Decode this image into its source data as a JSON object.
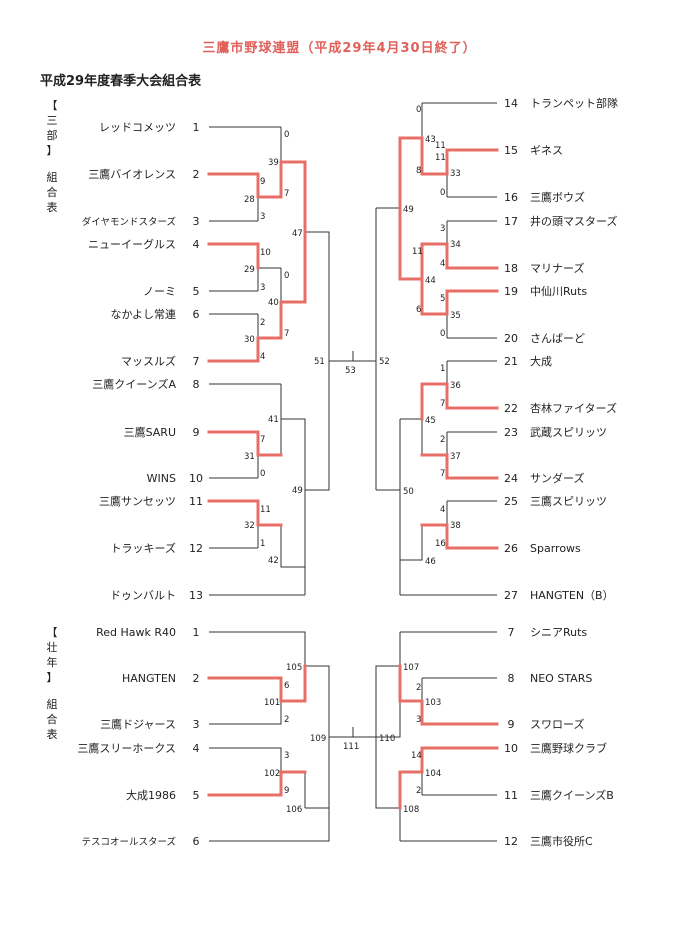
{
  "header": {
    "title": "三鷹市野球連盟（平成29年4月30日終了）",
    "subtitle": "平成29年度春季大会組合表"
  },
  "division3": {
    "label_chars": [
      "【",
      "三",
      "部",
      "】",
      "組",
      "合",
      "表"
    ],
    "left_teams": [
      {
        "seed": "1",
        "name": "レッドコメッツ"
      },
      {
        "seed": "2",
        "name": "三鷹バイオレンス"
      },
      {
        "seed": "3",
        "name": "ダイヤモンドスターズ"
      },
      {
        "seed": "4",
        "name": "ニューイーグルス"
      },
      {
        "seed": "5",
        "name": "ノーミ"
      },
      {
        "seed": "6",
        "name": "なかよし常連"
      },
      {
        "seed": "7",
        "name": "マッスルズ"
      },
      {
        "seed": "8",
        "name": "三鷹クイーンズA"
      },
      {
        "seed": "9",
        "name": "三鷹SARU"
      },
      {
        "seed": "10",
        "name": "WINS"
      },
      {
        "seed": "11",
        "name": "三鷹サンセッツ"
      },
      {
        "seed": "12",
        "name": "トラッキーズ"
      },
      {
        "seed": "13",
        "name": "ドゥンバルト"
      }
    ],
    "right_teams": [
      {
        "seed": "14",
        "name": "トランペット部隊"
      },
      {
        "seed": "15",
        "name": "ギネス"
      },
      {
        "seed": "16",
        "name": "三鷹ボウズ"
      },
      {
        "seed": "17",
        "name": "井の頭マスターズ"
      },
      {
        "seed": "18",
        "name": "マリナーズ"
      },
      {
        "seed": "19",
        "name": "中仙川Ruts"
      },
      {
        "seed": "20",
        "name": "さんばーど"
      },
      {
        "seed": "21",
        "name": "大成"
      },
      {
        "seed": "22",
        "name": "杏林ファイターズ"
      },
      {
        "seed": "23",
        "name": "武蔵スピリッツ"
      },
      {
        "seed": "24",
        "name": "サンダーズ"
      },
      {
        "seed": "25",
        "name": "三鷹スピリッツ"
      },
      {
        "seed": "26",
        "name": "Sparrows"
      },
      {
        "seed": "27",
        "name": "HANGTEN（B）"
      }
    ],
    "scores": {
      "m1_t1": "0",
      "m1_t2": "7",
      "m1_no": "39",
      "m2_t2": "9",
      "m2_t3": "3",
      "m2_no": "28",
      "m3_t4": "10",
      "m3_t5": "3",
      "m3_no": "29",
      "m4_t6": "2",
      "m4_t7": "4",
      "m4_no": "30",
      "m5_a": "0",
      "m5_b": "7",
      "m5_no": "40",
      "m6_a": "47",
      "m7_t9": "7",
      "m7_t10": "0",
      "m7_no": "31",
      "m8_t11": "11",
      "m8_t12": "1",
      "m8_no": "32",
      "m9_a": "41",
      "m9_b": "42",
      "m9_no": "49",
      "sf_left": "51",
      "final_no": "53",
      "sf_right": "52",
      "r1_t14": "0",
      "r1_b": "11",
      "r1_no": "43",
      "r2_t15": "11",
      "r2_t16": "0",
      "r2_no": "33",
      "r3_t17": "3",
      "r3_t18": "4",
      "r3_no": "34",
      "r4_t19": "5",
      "r4_t20": "0",
      "r4_no": "35",
      "r5_a": "11",
      "r5_b": "6",
      "r5_no": "44",
      "r6_no": "49",
      "r7_t21": "1",
      "r7_t22": "7",
      "r7_no": "36",
      "r8_t23": "2",
      "r8_t24": "7",
      "r8_no": "37",
      "r9_no": "45",
      "r10_t25": "4",
      "r10_t26": "16",
      "r10_no": "38",
      "r11_no": "46",
      "r12_no": "50",
      "r1_c": "8"
    }
  },
  "division_seniors": {
    "label_chars": [
      "【",
      "壮",
      "年",
      "】",
      "組",
      "合",
      "表"
    ],
    "left_teams": [
      {
        "seed": "1",
        "name": "Red Hawk R40"
      },
      {
        "seed": "2",
        "name": "HANGTEN"
      },
      {
        "seed": "3",
        "name": "三鷹ドジャース"
      },
      {
        "seed": "4",
        "name": "三鷹スリーホークス"
      },
      {
        "seed": "5",
        "name": "大成1986"
      },
      {
        "seed": "6",
        "name": "テスコオールスターズ"
      }
    ],
    "right_teams": [
      {
        "seed": "7",
        "name": "シニアRuts"
      },
      {
        "seed": "8",
        "name": "NEO STARS"
      },
      {
        "seed": "9",
        "name": "スワローズ"
      },
      {
        "seed": "10",
        "name": "三鷹野球クラブ"
      },
      {
        "seed": "11",
        "name": "三鷹クイーンズB"
      },
      {
        "seed": "12",
        "name": "三鷹市役所C"
      }
    ],
    "scores": {
      "s1_t2": "6",
      "s1_t3": "2",
      "s1_no": "101",
      "s2_no": "105",
      "s3_t4": "3",
      "s3_t5": "9",
      "s3_no": "102",
      "s4_no": "106",
      "s_left": "109",
      "s_final": "111",
      "s_right": "110",
      "s5_t8": "2",
      "s5_t9": "3",
      "s5_no": "103",
      "s6_no": "107",
      "s7_t10": "14",
      "s7_t11": "2",
      "s7_no": "104",
      "s8_no": "108"
    }
  }
}
